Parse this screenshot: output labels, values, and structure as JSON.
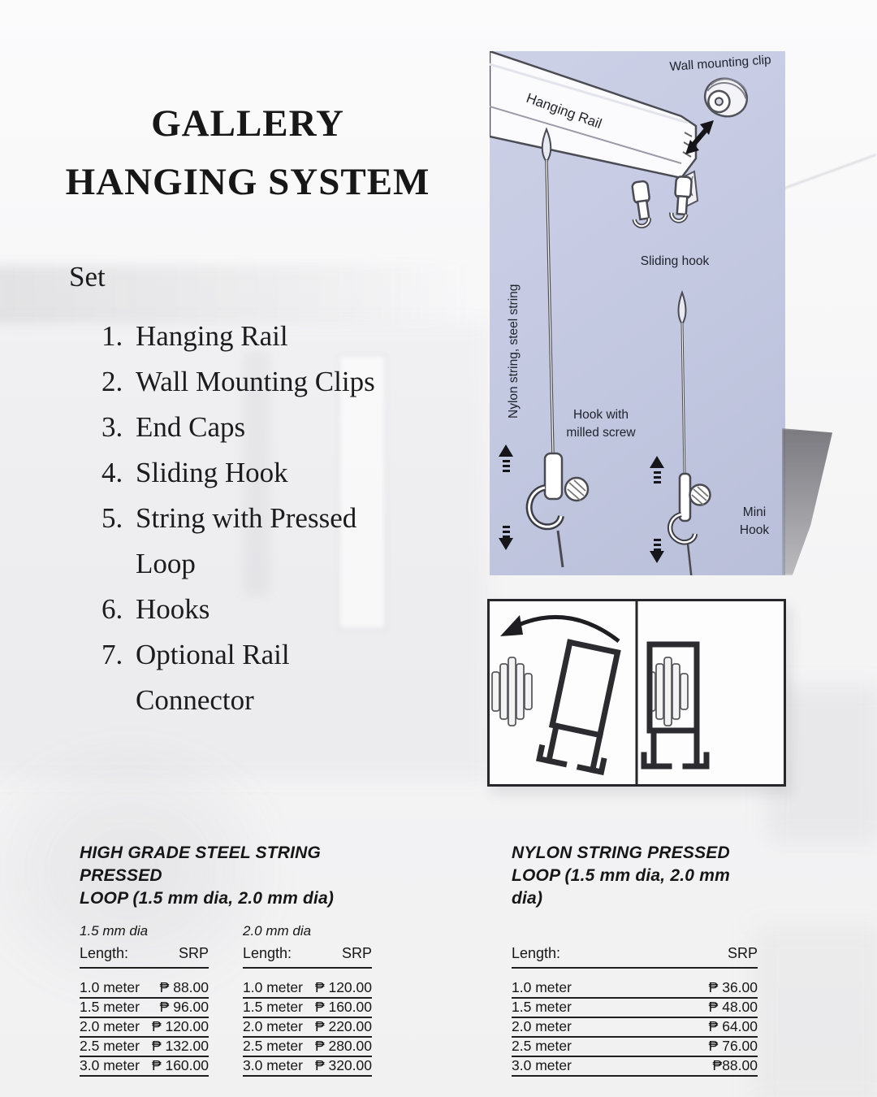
{
  "header": {
    "title_line1": "GALLERY",
    "title_line2": "HANGING SYSTEM"
  },
  "set": {
    "heading": "Set",
    "items": [
      {
        "num": "1.",
        "line1": "Hanging Rail",
        "line2": ""
      },
      {
        "num": "2.",
        "line1": "Wall Mounting Clips",
        "line2": ""
      },
      {
        "num": "3.",
        "line1": "End Caps",
        "line2": ""
      },
      {
        "num": "4.",
        "line1": "Sliding Hook",
        "line2": ""
      },
      {
        "num": "5.",
        "line1": "String with Pressed",
        "line2": "Loop"
      },
      {
        "num": "6.",
        "line1": "Hooks",
        "line2": ""
      },
      {
        "num": "7.",
        "line1": "Optional Rail",
        "line2": "Connector"
      }
    ]
  },
  "diagram_top": {
    "bg_color": "#c3c8e1",
    "labels": {
      "hanging_rail": "Hanging Rail",
      "wall_mounting_clip": "Wall mounting clip",
      "sliding_hook": "Sliding hook",
      "string_vertical": "Nylon string, steel string",
      "hook_milled_line1": "Hook with",
      "hook_milled_line2": "milled screw",
      "mini_hook_line1": "Mini",
      "mini_hook_line2": "Hook"
    }
  },
  "price_tables": {
    "steel": {
      "title_line1": "HIGH GRADE STEEL STRING PRESSED",
      "title_line2": "LOOP (1.5 mm dia, 2.0 mm dia)",
      "columns": [
        {
          "subtitle": "1.5 mm dia",
          "length_header": "Length:",
          "srp_header": "SRP",
          "rows": [
            {
              "length": "1.0 meter",
              "srp": "₱ 88.00"
            },
            {
              "length": "1.5 meter",
              "srp": "₱ 96.00"
            },
            {
              "length": "2.0 meter",
              "srp": "₱ 120.00"
            },
            {
              "length": "2.5 meter",
              "srp": "₱ 132.00"
            },
            {
              "length": "3.0 meter",
              "srp": "₱ 160.00"
            }
          ]
        },
        {
          "subtitle": "2.0 mm dia",
          "length_header": "Length:",
          "srp_header": "SRP",
          "rows": [
            {
              "length": "1.0 meter",
              "srp": "₱ 120.00"
            },
            {
              "length": "1.5 meter",
              "srp": "₱ 160.00"
            },
            {
              "length": "2.0 meter",
              "srp": "₱ 220.00"
            },
            {
              "length": "2.5 meter",
              "srp": "₱ 280.00"
            },
            {
              "length": "3.0 meter",
              "srp": "₱ 320.00"
            }
          ]
        }
      ]
    },
    "nylon": {
      "title_line1": "NYLON STRING PRESSED",
      "title_line2": "LOOP (1.5 mm dia, 2.0 mm dia)",
      "length_header": "Length:",
      "srp_header": "SRP",
      "rows": [
        {
          "length": "1.0 meter",
          "srp": "₱ 36.00"
        },
        {
          "length": "1.5 meter",
          "srp": "₱ 48.00"
        },
        {
          "length": "2.0 meter",
          "srp": "₱ 64.00"
        },
        {
          "length": "2.5 meter",
          "srp": "₱ 76.00"
        },
        {
          "length": "3.0 meter",
          "srp": "₱88.00"
        }
      ]
    }
  }
}
